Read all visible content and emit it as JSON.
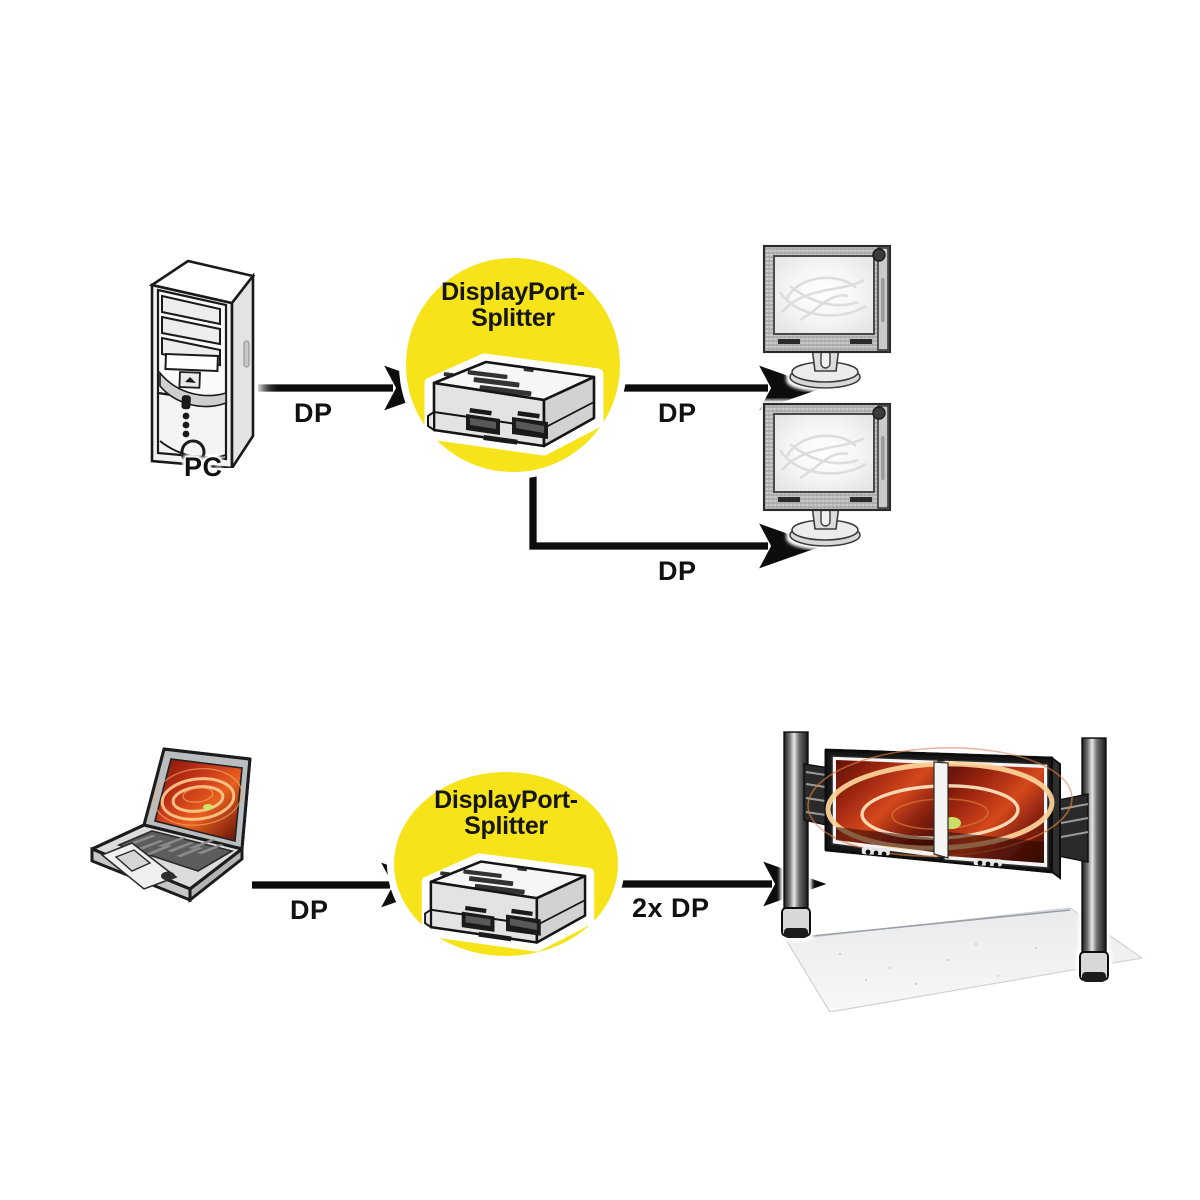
{
  "diagram": {
    "title": "DisplayPort-Splitter connection diagram",
    "background_color": "#ffffff",
    "accent_color": "#f7e319",
    "line_color": "#111111"
  },
  "rows": [
    {
      "id": "row-pc",
      "source": {
        "type": "desktop-pc",
        "label": "PC"
      },
      "splitter": {
        "line1": "DisplayPort-",
        "line2": "Splitter"
      },
      "connections": [
        {
          "label": "DP",
          "position": "input"
        },
        {
          "label": "DP",
          "position": "output-top"
        },
        {
          "label": "DP",
          "position": "output-bottom"
        }
      ],
      "targets": [
        {
          "type": "lcd-monitor",
          "index": 1
        },
        {
          "type": "lcd-monitor",
          "index": 2
        }
      ]
    },
    {
      "id": "row-laptop",
      "source": {
        "type": "laptop",
        "label": ""
      },
      "splitter": {
        "line1": "DisplayPort-",
        "line2": "Splitter"
      },
      "connections": [
        {
          "label": "DP",
          "position": "input"
        },
        {
          "label": "2x DP",
          "position": "output"
        }
      ],
      "targets": [
        {
          "type": "dual-monitor-stand",
          "index": 1
        }
      ]
    }
  ],
  "icons": {
    "pc": "desktop-tower-icon",
    "laptop": "laptop-icon",
    "monitor": "lcd-monitor-icon",
    "splitter": "displayport-splitter-box-icon",
    "stand": "dual-monitor-pole-stand-icon",
    "arrow": "arrow-right-icon"
  }
}
